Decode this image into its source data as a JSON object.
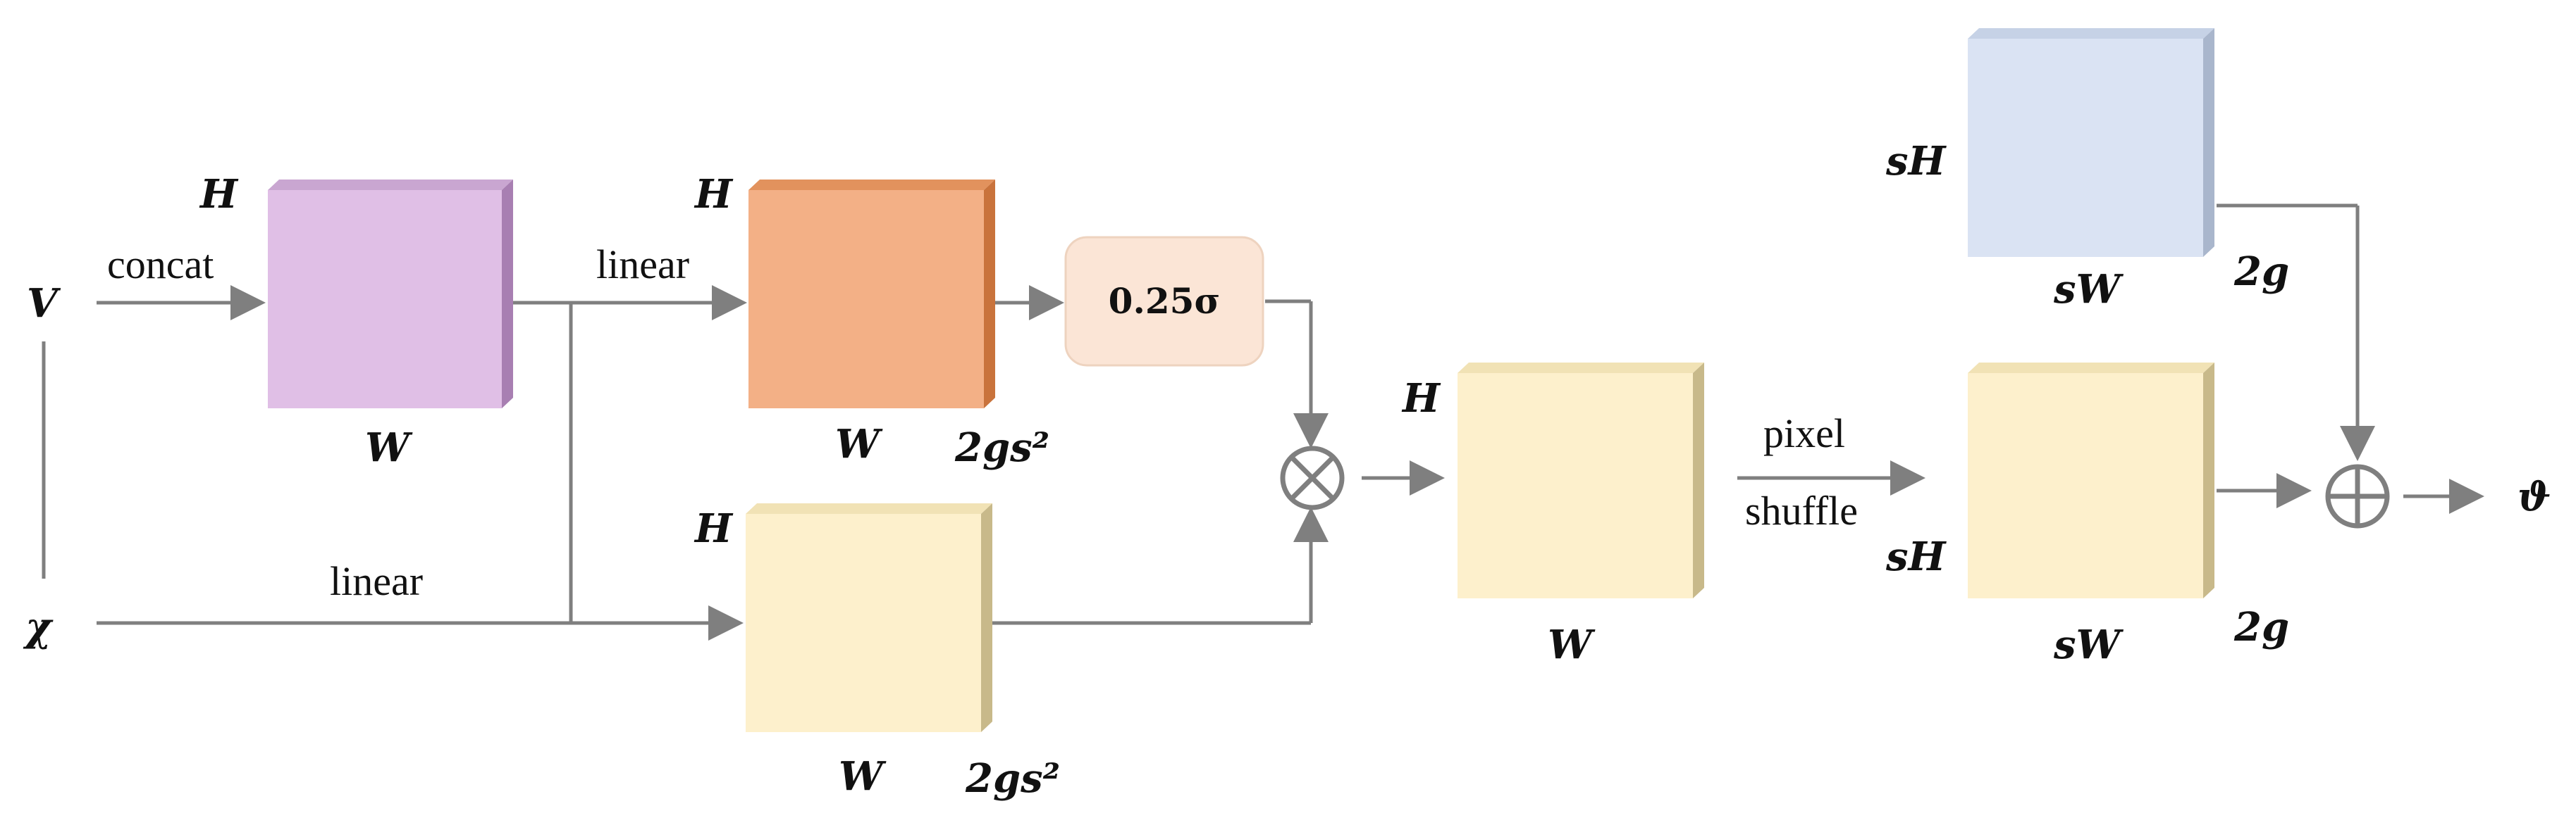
{
  "inputs": {
    "v": "V",
    "chi": "χ"
  },
  "output": "ϑ",
  "labels": {
    "concat": "concat",
    "linear_top": "linear",
    "linear_bottom": "linear",
    "pixel": "pixel",
    "shuffle": "shuffle",
    "sigma_box": "0.25σ"
  },
  "blocks": {
    "concat_block": {
      "height_label": "H",
      "width_label": "W",
      "color": "#e0bfe6"
    },
    "linear_top_block": {
      "height_label": "H",
      "width_label": "W",
      "channel_label": "2gs²",
      "color": "#f3b086"
    },
    "linear_bottom_block": {
      "height_label": "H",
      "width_label": "W",
      "channel_label": "2gs²",
      "color": "#fdf0cc"
    },
    "product_block": {
      "height_label": "H",
      "width_label": "W",
      "color": "#fdf0cc"
    },
    "shuffle_block": {
      "height_label": "sH",
      "width_label": "sW",
      "channel_label": "2g",
      "color": "#fdf0cc"
    },
    "skip_block": {
      "height_label": "sH",
      "width_label": "sW",
      "channel_label": "2g",
      "color": "#dae3f3"
    }
  },
  "operators": {
    "multiply": "⊗",
    "add": "⊕"
  }
}
